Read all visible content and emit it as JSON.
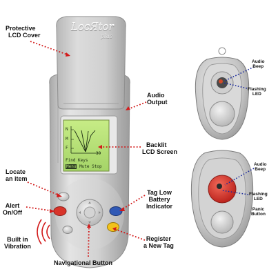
{
  "device": {
    "brand": "LocЯtor",
    "brand_suffix": "plus",
    "screen_lines": {
      "n_label": "N",
      "m_label": "M",
      "f_label": "F",
      "signal_value": "39",
      "line1": "Find Keys",
      "line2_highlight": "Menu",
      "line2_rest": " Mute Stop"
    }
  },
  "labels": {
    "protective_lcd_cover": [
      "Protective",
      "LCD Cover"
    ],
    "audio_output": [
      "Audio",
      "Output"
    ],
    "backlit_lcd_screen": [
      "Backlit",
      "LCD Screen"
    ],
    "locate_an_item": [
      "Locate",
      "an item"
    ],
    "alert_on_off": [
      "Alert",
      "On/Off"
    ],
    "tag_low_battery": [
      "Tag Low",
      "Battery",
      "Indicator"
    ],
    "built_in_vibration": [
      "Built in",
      "Vibration"
    ],
    "register_new_tag": [
      "Register",
      "a New Tag"
    ],
    "navigational_button": "Navigational Button"
  },
  "tag_top_labels": {
    "audio_beep": [
      "Audio",
      "Beep"
    ],
    "flashing_led": [
      "Flashing",
      "LED"
    ]
  },
  "tag_bottom_labels": {
    "audio_beep": [
      "Audio",
      "Beep"
    ],
    "flashing_led": [
      "Flashing",
      "LED"
    ],
    "panic_button": [
      "Panic",
      "Button"
    ]
  },
  "colors": {
    "leader_red": "#d21a1a",
    "leader_blue": "#1a2a9c",
    "lcd_green": "#b6e07a",
    "button_red": "#d8342a",
    "button_blue": "#2f58b5",
    "button_yellow": "#f2c21a",
    "device_silver": "#c9c9c9"
  }
}
